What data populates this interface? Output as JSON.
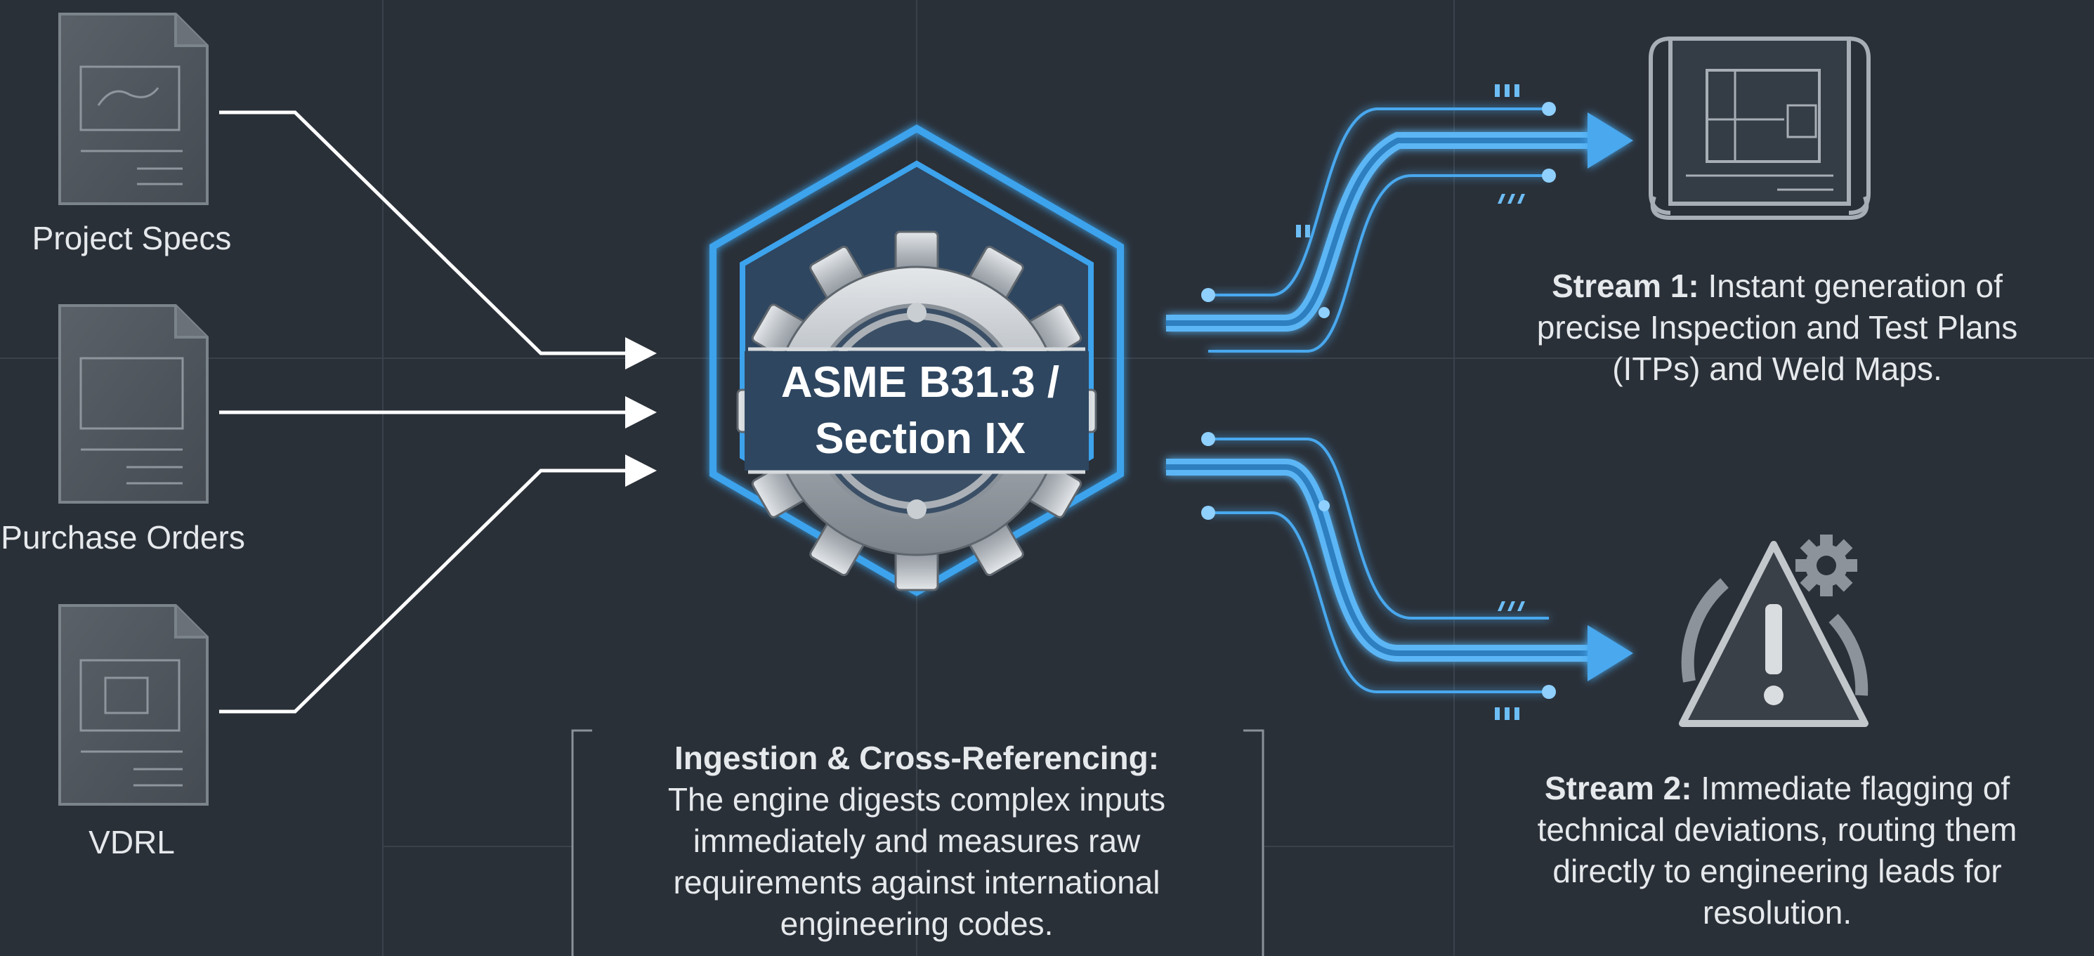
{
  "inputs": [
    {
      "label": "Project Specs",
      "icon": "document-blueprint-icon"
    },
    {
      "label": "Purchase Orders",
      "icon": "document-blueprint-icon"
    },
    {
      "label": "VDRL",
      "icon": "document-blueprint-icon"
    }
  ],
  "core": {
    "title_line1": "ASME B31.3 /",
    "title_line2": "Section IX",
    "icon": "gear-icon"
  },
  "ingestion": {
    "heading": "Ingestion & Cross-Referencing:",
    "line1": "The engine digests complex inputs",
    "line2": "immediately and measures raw",
    "line3": "requirements against international",
    "line4": "engineering codes."
  },
  "stream1": {
    "heading": "Stream 1:",
    "line1": " Instant generation of",
    "line2": "precise Inspection and Test Plans",
    "line3": "(ITPs) and Weld Maps.",
    "icon": "blueprint-scroll-icon"
  },
  "stream2": {
    "heading": "Stream 2:",
    "line1": " Immediate flagging of",
    "line2": "technical deviations, routing them",
    "line3": "directly to engineering leads for",
    "line4": "resolution.",
    "icon": "warning-gear-icon"
  },
  "colors": {
    "background": "#2a3038",
    "accent": "#3aa0e8",
    "text": "#e6e9ec",
    "icon": "#9aa1a8"
  }
}
